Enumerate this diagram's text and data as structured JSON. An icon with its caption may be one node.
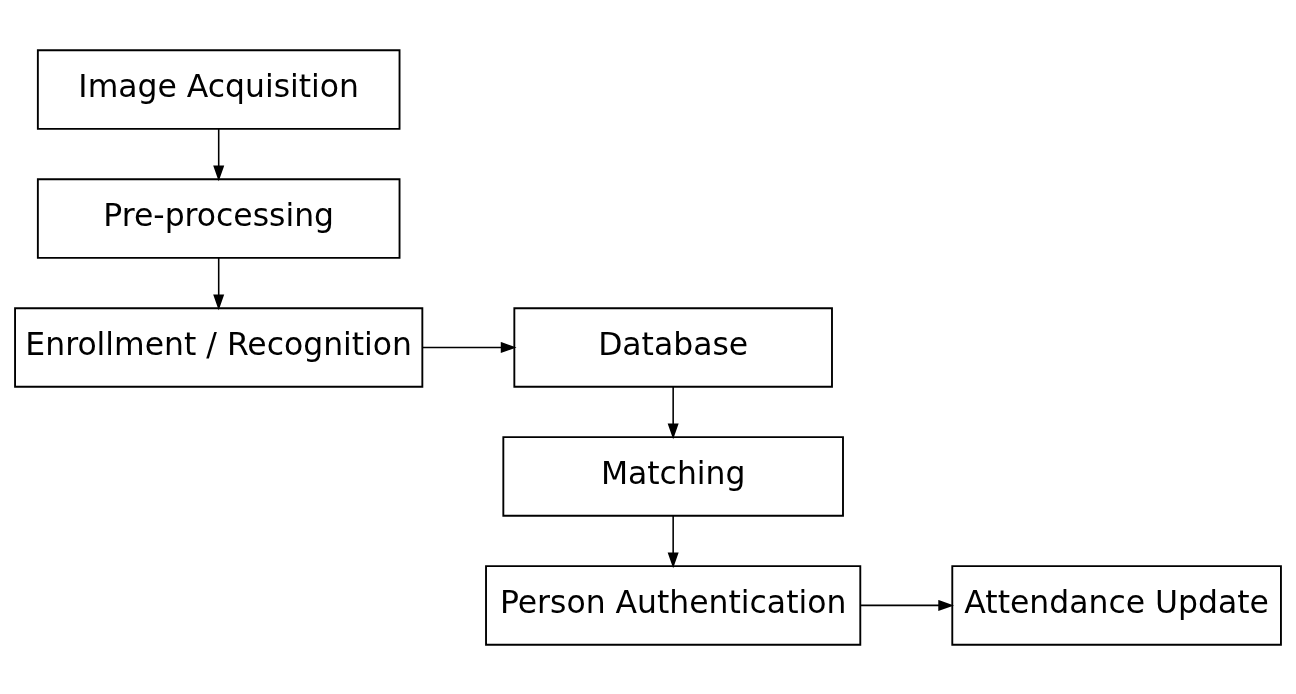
{
  "diagram": {
    "nodes": [
      {
        "text": [
          "Image Acquisition"
        ]
      },
      {
        "text": [
          "Pre-processing"
        ]
      },
      {
        "text": [
          "Enrollment / Recognition"
        ]
      },
      {
        "text": [
          "Database"
        ]
      },
      {
        "text": [
          "Matching"
        ]
      },
      {
        "text": [
          "Person Authentication"
        ]
      },
      {
        "text": [
          "Attendance Update"
        ]
      }
    ],
    "edges": [
      {
        "from": 0,
        "to": 1,
        "arrow": "to"
      },
      {
        "from": 1,
        "to": 2,
        "arrow": "to"
      },
      {
        "from": 2,
        "to": 3,
        "arrow": "to"
      },
      {
        "from": 3,
        "to": 4,
        "arrow": "to"
      },
      {
        "from": 4,
        "to": 5,
        "arrow": "to"
      },
      {
        "from": 5,
        "to": 6,
        "arrow": "to"
      }
    ]
  }
}
